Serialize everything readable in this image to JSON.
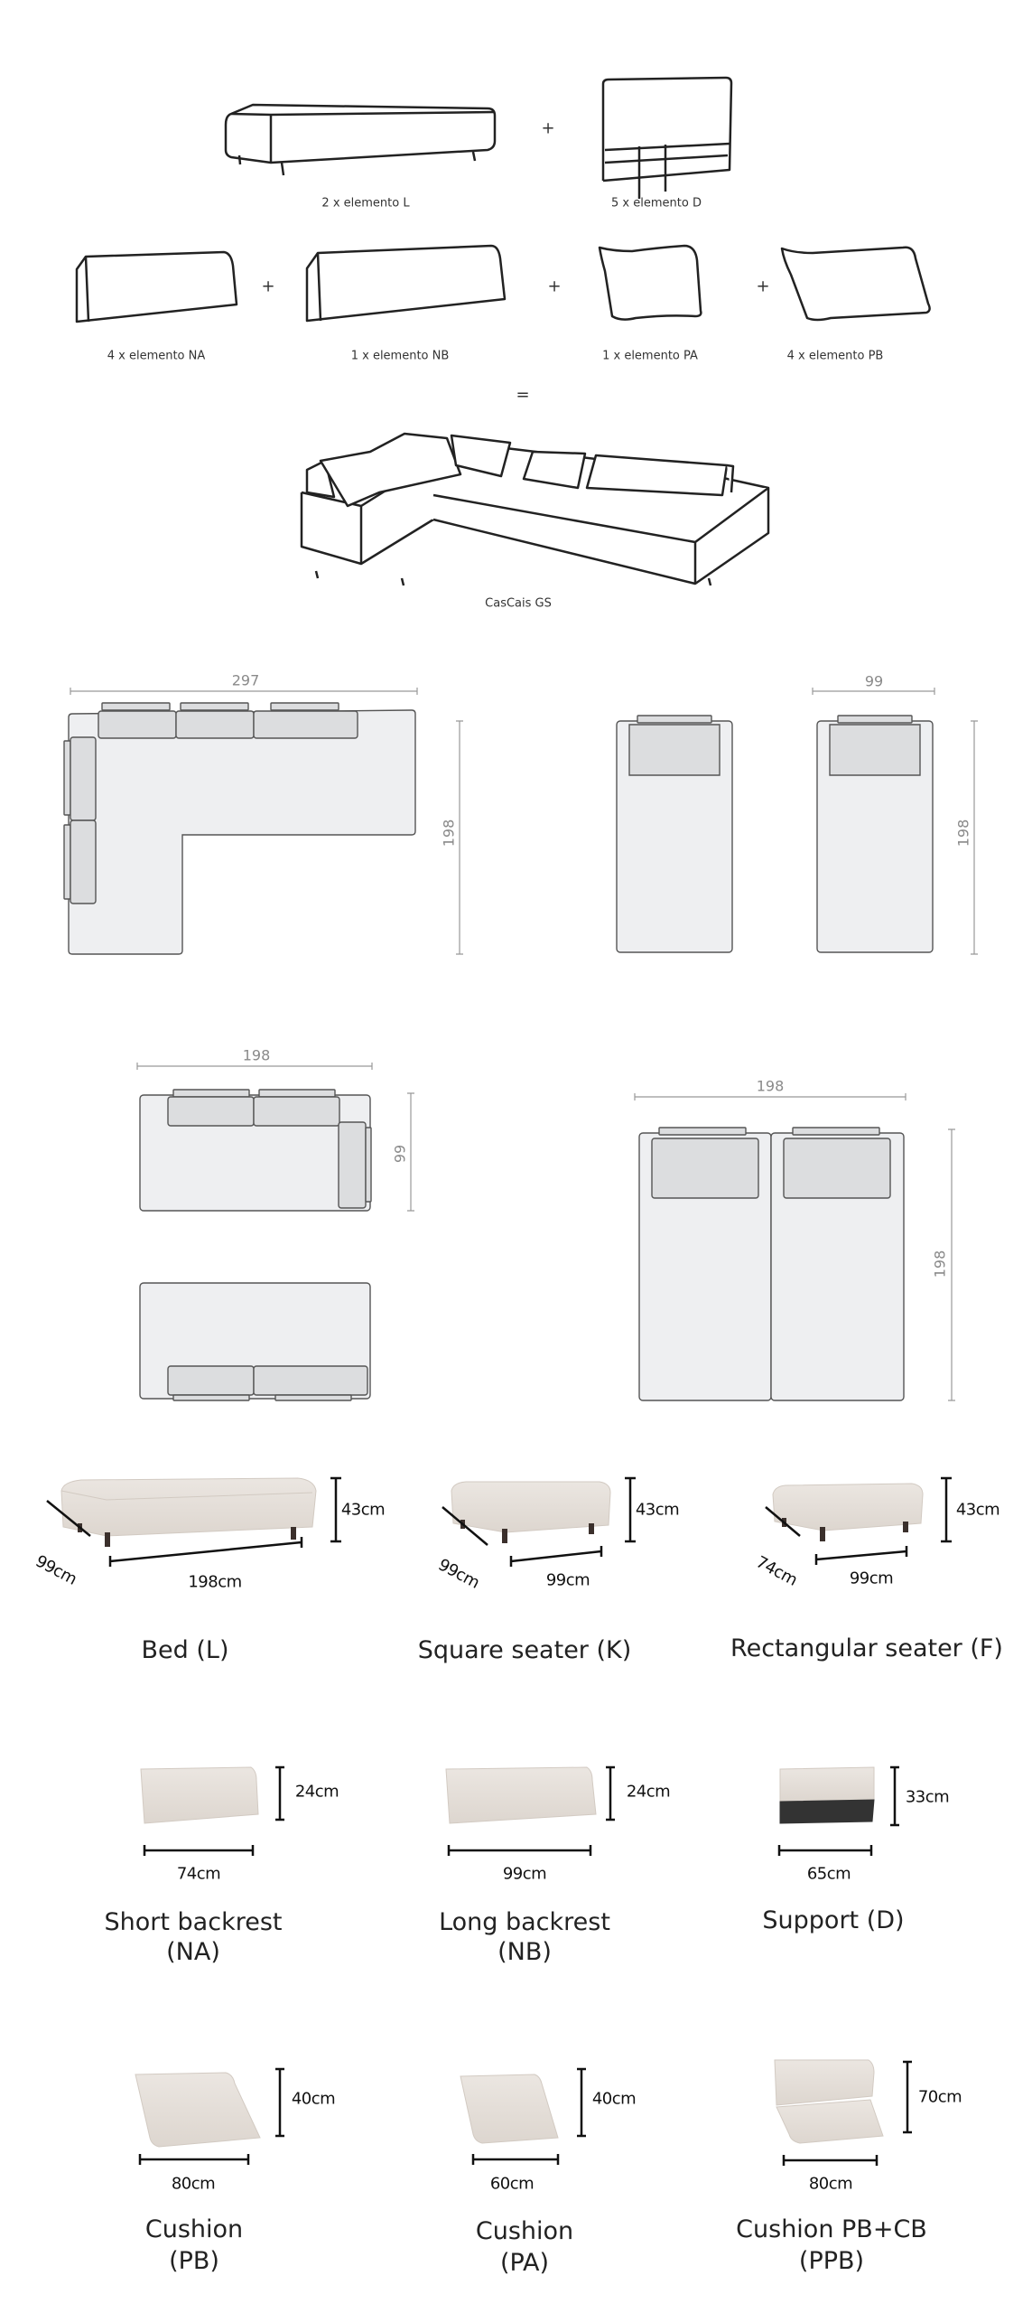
{
  "composition": {
    "items": [
      {
        "label": "2 x elemento L"
      },
      {
        "label": "5 x elemento D"
      },
      {
        "label": "4 x elemento NA"
      },
      {
        "label": "1 x elemento NB"
      },
      {
        "label": "1 x elemento PA"
      },
      {
        "label": "4 x elemento PB"
      }
    ],
    "plus": "+",
    "equals": "=",
    "result": "CasCais GS"
  },
  "plans": {
    "corner": {
      "width": "297",
      "depth": "198"
    },
    "singles": {
      "width": "99",
      "depth": "198"
    },
    "sofa": {
      "width": "198",
      "depth": "99"
    },
    "double": {
      "width": "198",
      "depth": "198"
    }
  },
  "modules": [
    {
      "name": "Bed (L)",
      "height": "43cm",
      "depth": "99cm",
      "width": "198cm"
    },
    {
      "name": "Square seater (K)",
      "height": "43cm",
      "depth": "99cm",
      "width": "99cm"
    },
    {
      "name": "Rectangular seater (F)",
      "height": "43cm",
      "depth": "74cm",
      "width": "99cm"
    }
  ],
  "backrests": [
    {
      "name": "Short backrest",
      "code": "(NA)",
      "height": "24cm",
      "width": "74cm"
    },
    {
      "name": "Long backrest",
      "code": "(NB)",
      "height": "24cm",
      "width": "99cm"
    },
    {
      "name": "Support (D)",
      "height": "33cm",
      "width": "65cm"
    }
  ],
  "cushions": [
    {
      "name": "Cushion",
      "code": "(PB)",
      "height": "40cm",
      "width": "80cm"
    },
    {
      "name": "Cushion",
      "code": "(PA)",
      "height": "40cm",
      "width": "60cm"
    },
    {
      "name": "Cushion PB+CB",
      "code": "(PPB)",
      "height": "70cm",
      "width": "80cm"
    }
  ],
  "colors": {
    "fabric": "#e3ddd7",
    "plan_fill": "#eeeff1",
    "cushion_fill": "#dcdddf",
    "line": "#222222"
  }
}
